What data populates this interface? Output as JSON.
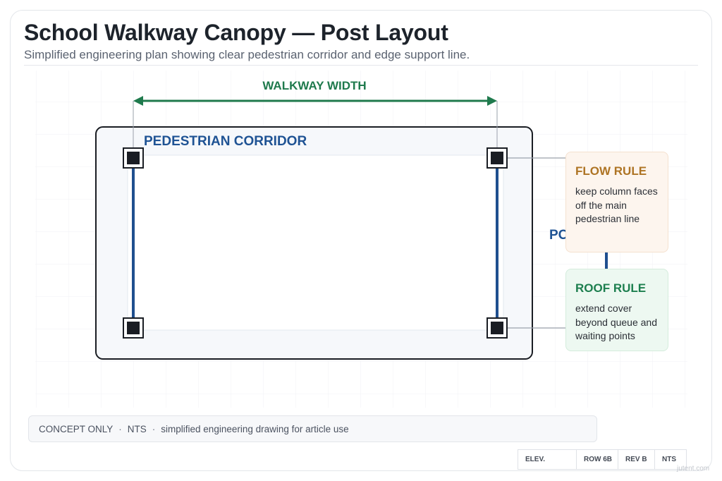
{
  "header": {
    "title": "School Walkway Canopy — Post Layout",
    "subtitle": "Simplified engineering plan showing clear pedestrian corridor and edge support line."
  },
  "plan": {
    "dimension_label": "WALKWAY WIDTH",
    "corridor_label": "PEDESTRIAN CORRIDOR",
    "post_line_label": "PO"
  },
  "notes": {
    "flow": {
      "title": "FLOW RULE",
      "body": "keep column faces off the main pedestrian line"
    },
    "roof": {
      "title": "ROOF RULE",
      "body": "extend cover beyond queue and waiting points"
    }
  },
  "footer": {
    "items": [
      "CONCEPT ONLY",
      "NTS",
      "simplified engineering drawing for article use"
    ],
    "separator": "·"
  },
  "title_block": [
    "ELEV.",
    "ROW 6B",
    "REV B",
    "NTS"
  ],
  "watermark": "jutent.com",
  "colors": {
    "title": "#1d232b",
    "subtitle": "#5a6270",
    "dimension": "#1f7a4d",
    "corridor_label": "#1f5394",
    "post_line": "#1f4f8f",
    "post": "#1a1d23",
    "flow_rule": "#ae7424",
    "roof_rule": "#1d7f4f"
  }
}
